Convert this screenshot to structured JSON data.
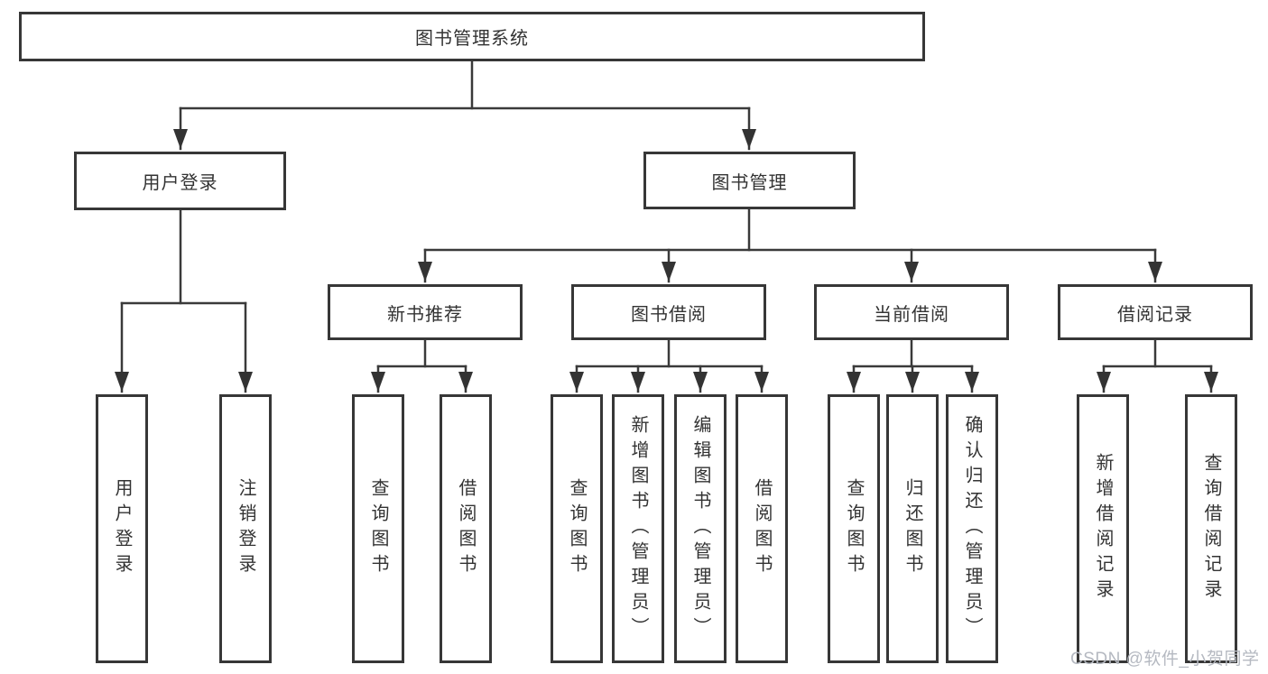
{
  "diagram": {
    "title": "图书管理系统",
    "line_color": "#3a3a3a",
    "border_color": "#373737",
    "text_color": "#333333",
    "root": {
      "label": "图书管理系统"
    },
    "level2": [
      {
        "label": "用户登录"
      },
      {
        "label": "图书管理"
      }
    ],
    "level3": [
      {
        "label": "新书推荐",
        "parent": "图书管理"
      },
      {
        "label": "图书借阅",
        "parent": "图书管理"
      },
      {
        "label": "当前借阅",
        "parent": "图书管理"
      },
      {
        "label": "借阅记录",
        "parent": "图书管理"
      }
    ],
    "leaves": [
      {
        "label": "用户登录",
        "parent": "用户登录"
      },
      {
        "label": "注销登录",
        "parent": "用户登录"
      },
      {
        "label": "查询图书",
        "parent": "新书推荐"
      },
      {
        "label": "借阅图书",
        "parent": "新书推荐"
      },
      {
        "label": "查询图书",
        "parent": "图书借阅"
      },
      {
        "label": "新增图书（管理员）",
        "parent": "图书借阅"
      },
      {
        "label": "编辑图书（管理员）",
        "parent": "图书借阅"
      },
      {
        "label": "借阅图书",
        "parent": "图书借阅"
      },
      {
        "label": "查询图书",
        "parent": "当前借阅"
      },
      {
        "label": "归还图书",
        "parent": "当前借阅"
      },
      {
        "label": "确认归还（管理员）",
        "parent": "当前借阅"
      },
      {
        "label": "新增借阅记录",
        "parent": "借阅记录"
      },
      {
        "label": "查询借阅记录",
        "parent": "借阅记录"
      }
    ]
  },
  "watermark": {
    "text": "CSDN @软件_小贺同学",
    "color": "#b5b9c1"
  }
}
